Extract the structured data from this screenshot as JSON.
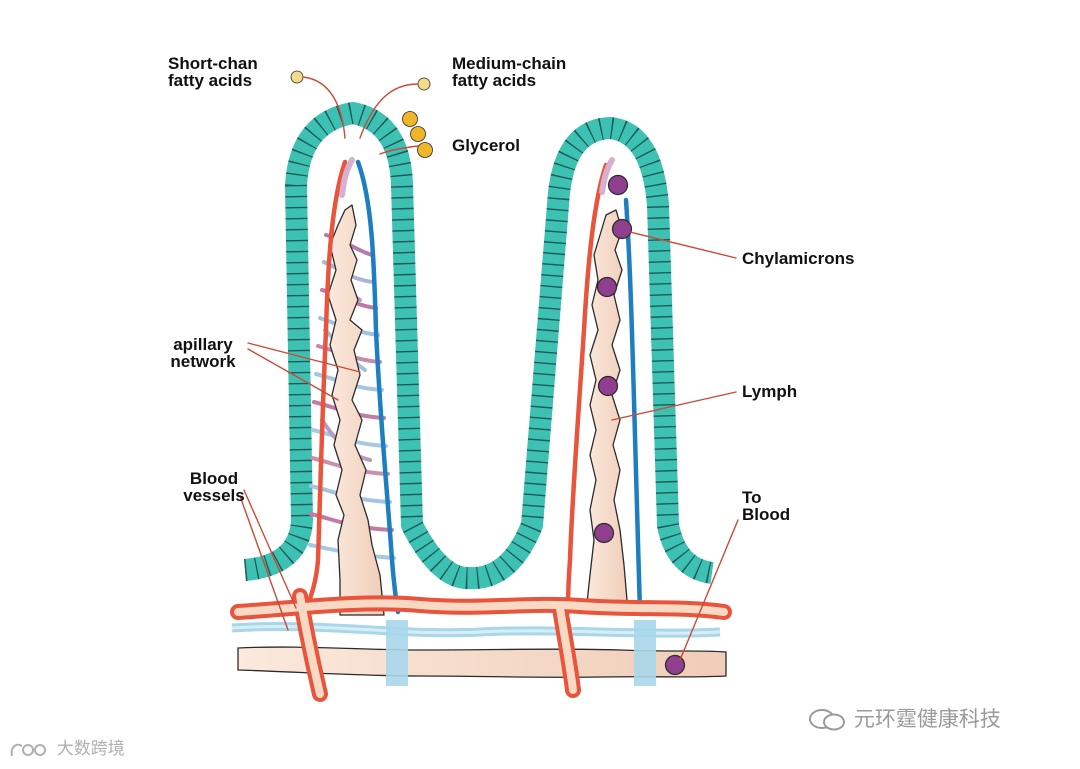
{
  "labels": {
    "short_chain": [
      "Short-chan",
      "fatty acids"
    ],
    "medium_chain": [
      "Medium-chain",
      "fatty acids"
    ],
    "glycerol": "Glycerol",
    "chylamicrons": "Chylamicrons",
    "capillary": [
      "apillary",
      "network"
    ],
    "lymph": "Lymph",
    "blood_vessels": [
      "Blood",
      "vessels"
    ],
    "to_blood": [
      "To",
      "Blood"
    ]
  },
  "watermarks": {
    "right": "元环霆健康科技",
    "left": "大数跨境"
  },
  "colors": {
    "epithelium": "#3cc1b3",
    "artery": "#e8553c",
    "vein": "#1d7fc0",
    "lymph_fill": "#f7dccb",
    "chylomicron": "#8f3f8e",
    "molecule": "#f0b627",
    "leader_line": "#cc4a36"
  }
}
